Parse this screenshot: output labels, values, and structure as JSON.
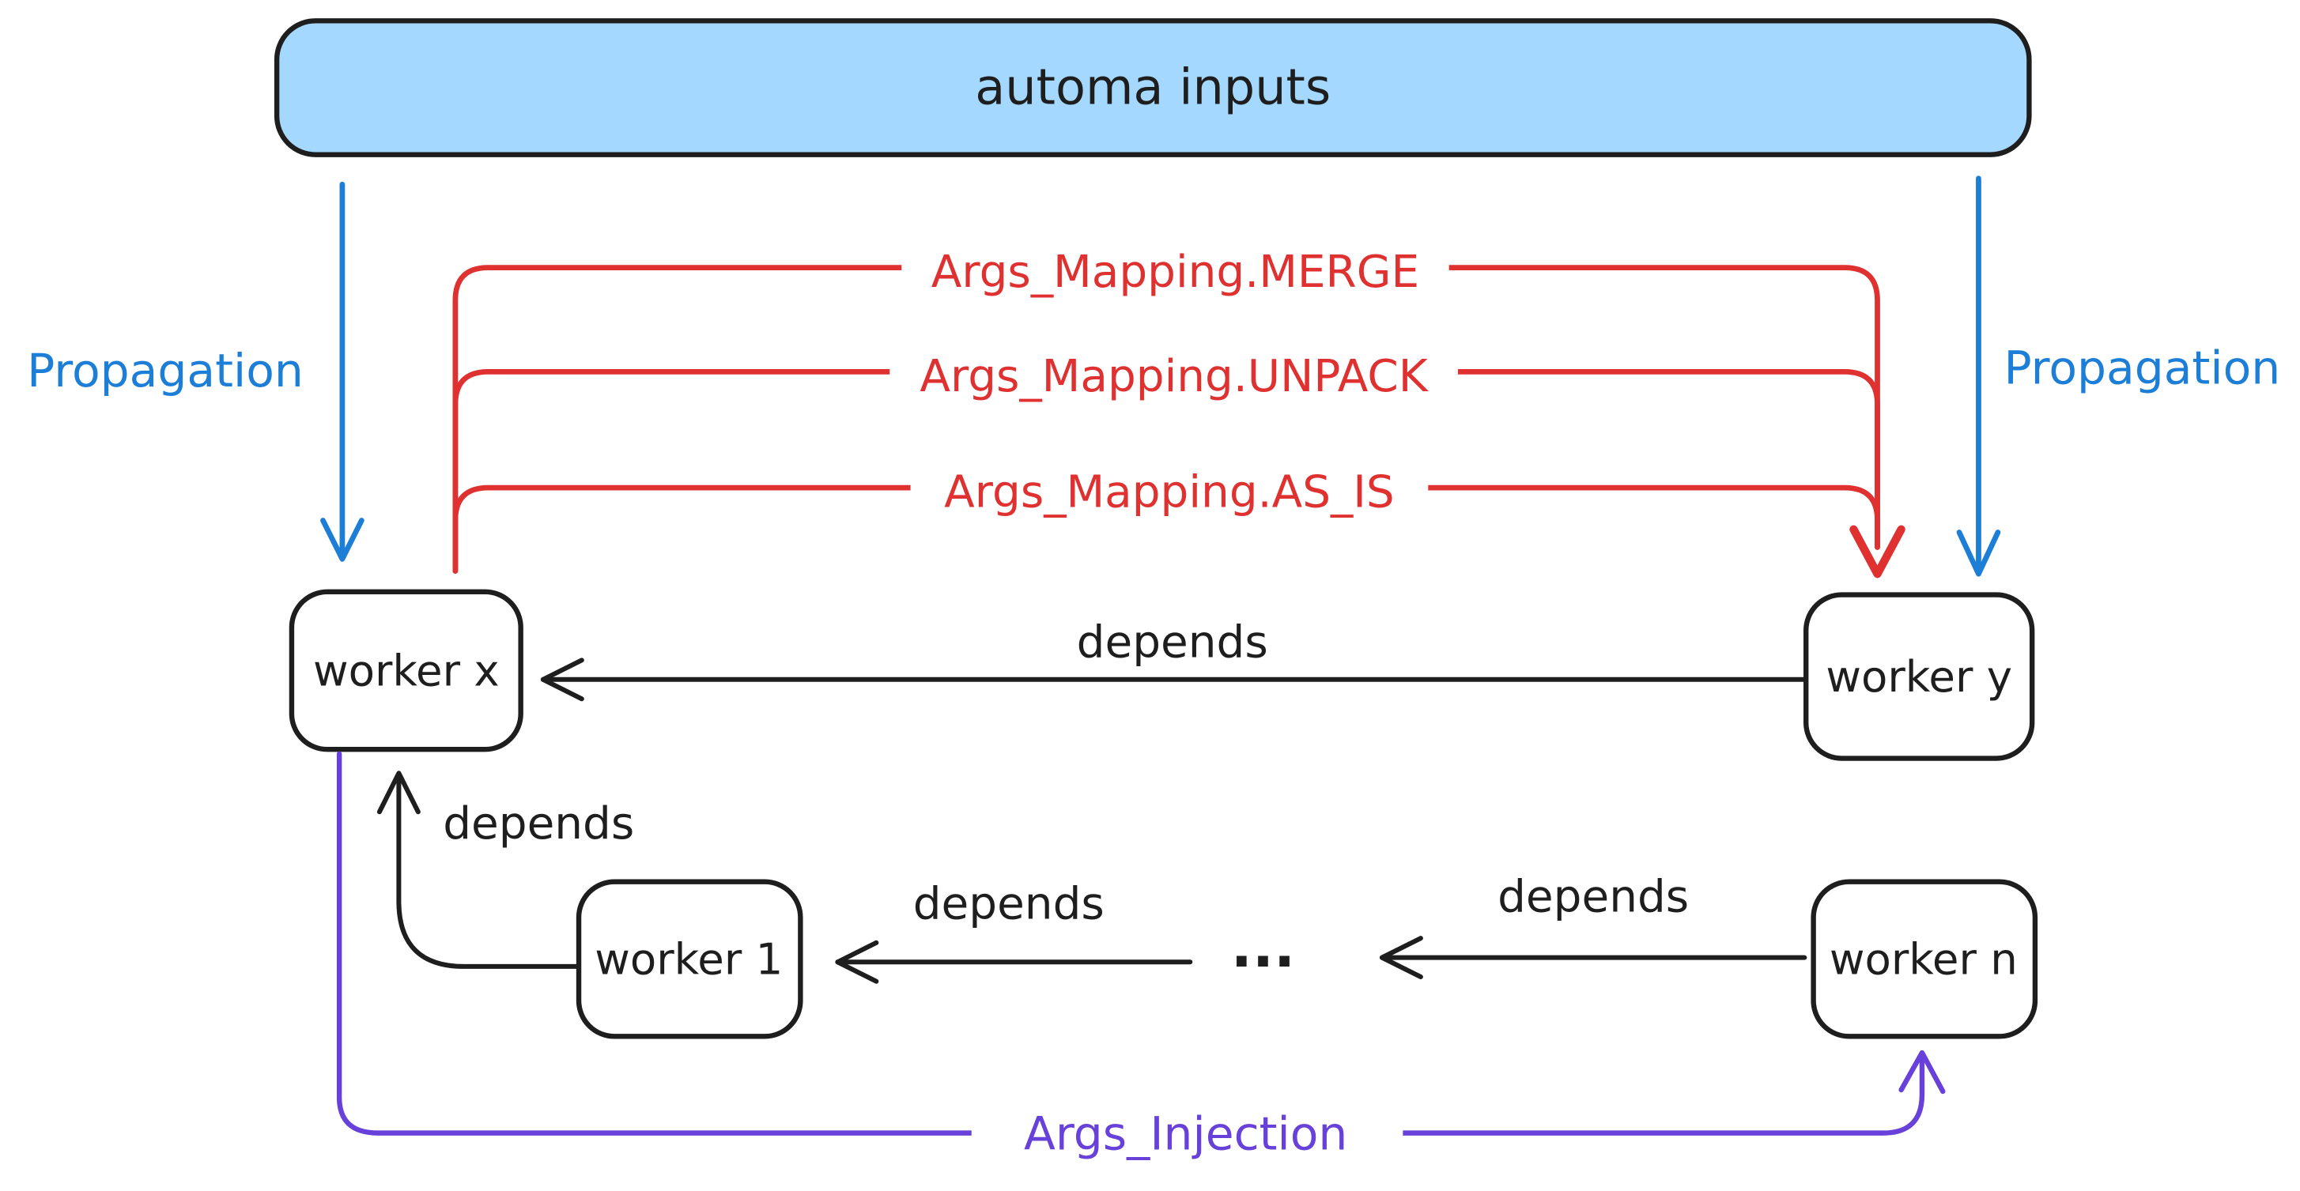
{
  "diagram": {
    "title": "automa inputs",
    "propagation_left": "Propagation",
    "propagation_right": "Propagation",
    "mappings": {
      "merge": "Args_Mapping.MERGE",
      "unpack": "Args_Mapping.UNPACK",
      "as_is": "Args_Mapping.AS_IS"
    },
    "nodes": {
      "worker_x": "worker x",
      "worker_y": "worker y",
      "worker_1": "worker 1",
      "worker_n": "worker n",
      "ellipsis": "..."
    },
    "depends": "depends",
    "args_injection": "Args_Injection",
    "colors": {
      "propagation_blue": "#1c7ed6",
      "mapping_red": "#e03131",
      "injection_purple": "#6741d9",
      "stroke_black": "#1e1e1e",
      "inputs_fill": "#a5d8ff",
      "background": "#ffffff"
    }
  }
}
